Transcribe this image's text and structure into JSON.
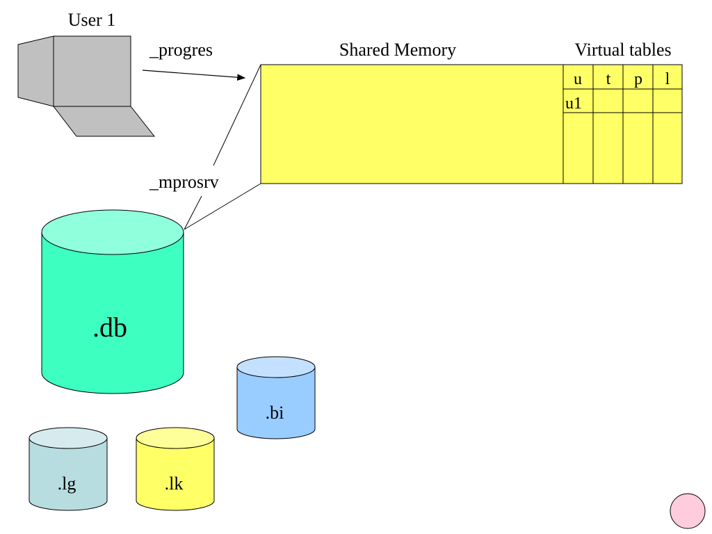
{
  "user": {
    "label": "User 1",
    "color": "#c0c0c0"
  },
  "connection": {
    "label": "_progres"
  },
  "server": {
    "label": "_mprosrv"
  },
  "shared_memory": {
    "label": "Shared Memory",
    "color": "#ffff66"
  },
  "virtual_tables": {
    "label": "Virtual tables",
    "headers": [
      "u",
      "t",
      "p",
      "l"
    ],
    "rows": [
      [
        "u1",
        "",
        "",
        ""
      ]
    ]
  },
  "databases": {
    "db": {
      "label": ".db",
      "color": "#3dffc0",
      "top_color": "#90ffdc"
    },
    "bi": {
      "label": ".bi",
      "color": "#99ccff",
      "top_color": "#c4e0ff"
    },
    "lg": {
      "label": ".lg",
      "color": "#b8dde0",
      "top_color": "#d6ebed"
    },
    "lk": {
      "label": ".lk",
      "color": "#ffff66",
      "top_color": "#ffff99"
    }
  },
  "indicator": {
    "color": "#ffccdd"
  }
}
